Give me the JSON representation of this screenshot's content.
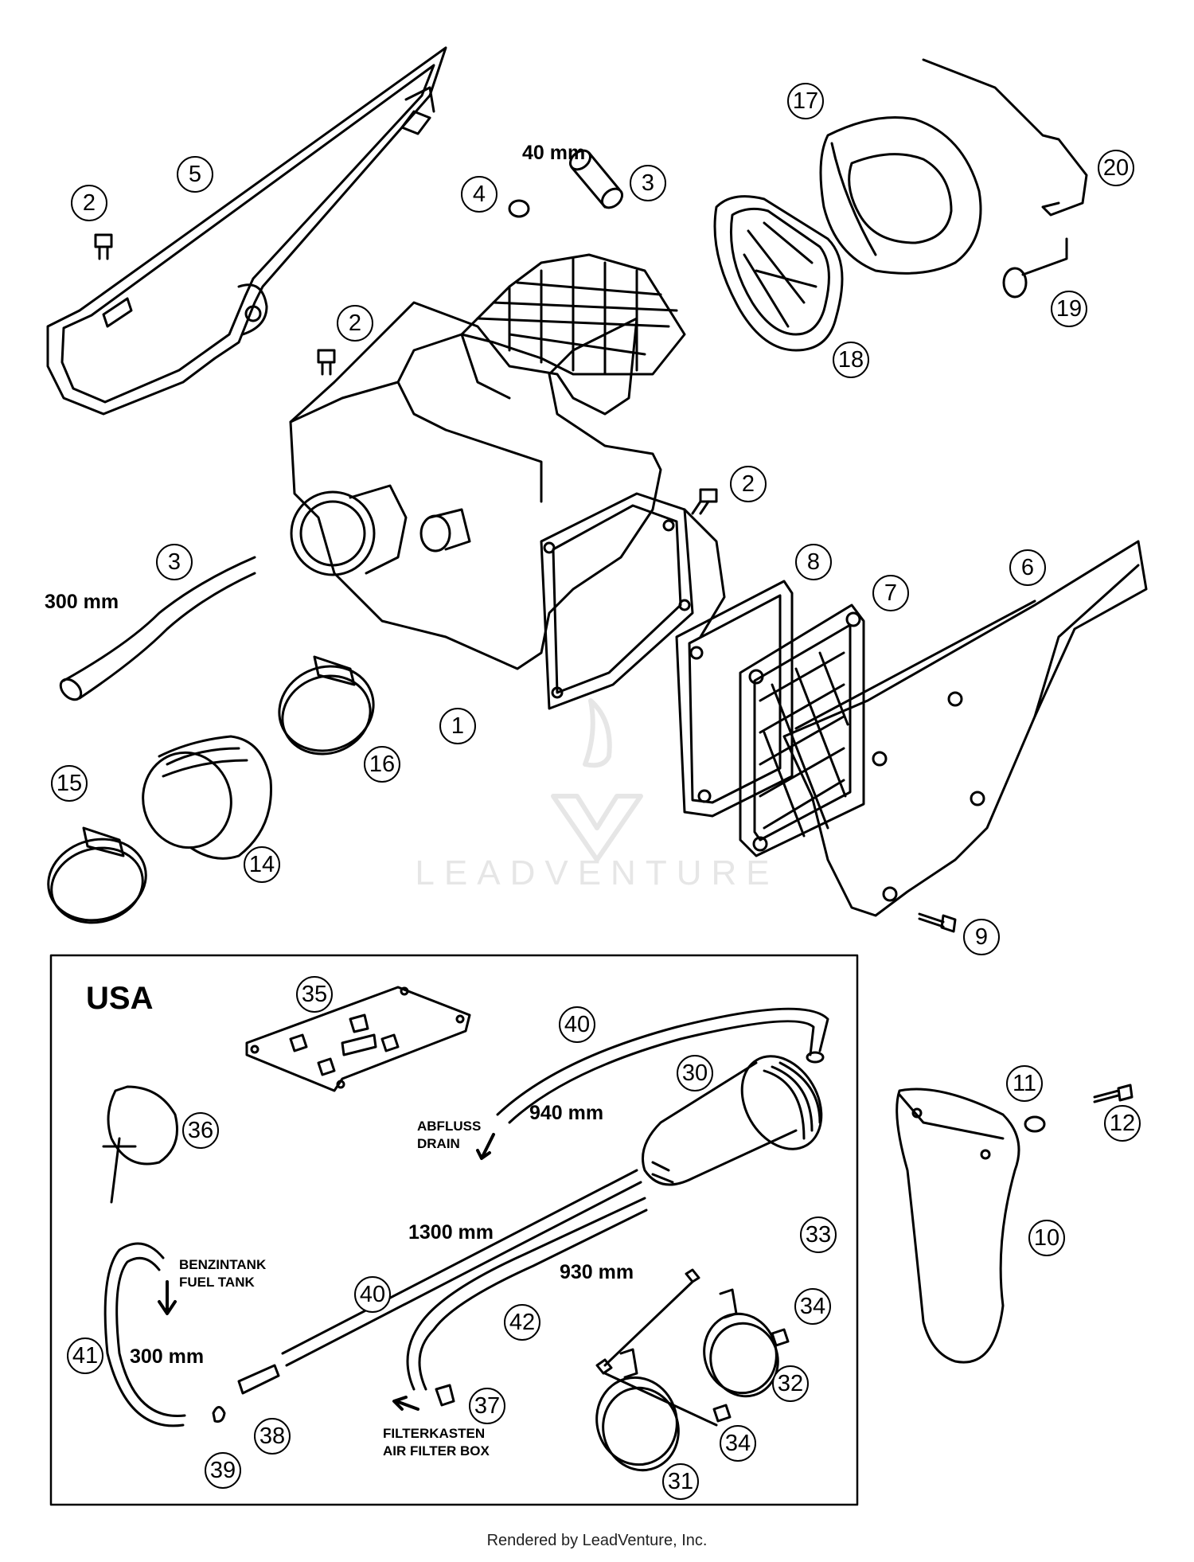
{
  "inset": {
    "title": "USA"
  },
  "callouts": [
    {
      "id": "c5",
      "text": "5"
    },
    {
      "id": "c2a",
      "text": "2"
    },
    {
      "id": "c2b",
      "text": "2"
    },
    {
      "id": "c2c",
      "text": "2"
    },
    {
      "id": "c4",
      "text": "4"
    },
    {
      "id": "c3a",
      "text": "3"
    },
    {
      "id": "c17",
      "text": "17"
    },
    {
      "id": "c20",
      "text": "20"
    },
    {
      "id": "c19",
      "text": "19"
    },
    {
      "id": "c18",
      "text": "18"
    },
    {
      "id": "c3b",
      "text": "3"
    },
    {
      "id": "c8",
      "text": "8"
    },
    {
      "id": "c7",
      "text": "7"
    },
    {
      "id": "c6",
      "text": "6"
    },
    {
      "id": "c1",
      "text": "1"
    },
    {
      "id": "c16",
      "text": "16"
    },
    {
      "id": "c15",
      "text": "15"
    },
    {
      "id": "c14",
      "text": "14"
    },
    {
      "id": "c9",
      "text": "9"
    },
    {
      "id": "c35",
      "text": "35"
    },
    {
      "id": "c40a",
      "text": "40"
    },
    {
      "id": "c30",
      "text": "30"
    },
    {
      "id": "c36",
      "text": "36"
    },
    {
      "id": "c11",
      "text": "11"
    },
    {
      "id": "c12",
      "text": "12"
    },
    {
      "id": "c10",
      "text": "10"
    },
    {
      "id": "c33",
      "text": "33"
    },
    {
      "id": "c34a",
      "text": "34"
    },
    {
      "id": "c40b",
      "text": "40"
    },
    {
      "id": "c42",
      "text": "42"
    },
    {
      "id": "c41",
      "text": "41"
    },
    {
      "id": "c32",
      "text": "32"
    },
    {
      "id": "c37",
      "text": "37"
    },
    {
      "id": "c38",
      "text": "38"
    },
    {
      "id": "c34b",
      "text": "34"
    },
    {
      "id": "c39",
      "text": "39"
    },
    {
      "id": "c31",
      "text": "31"
    }
  ],
  "labels": {
    "len_40": "40 mm",
    "len_300_top": "300 mm",
    "len_940": "940 mm",
    "len_1300": "1300 mm",
    "len_930": "930 mm",
    "len_300_usa": "300 mm"
  },
  "notes": {
    "abfluss": "ABFLUSS",
    "drain": "DRAIN",
    "benzintank": "BENZINTANK",
    "fuel_tank": "FUEL TANK",
    "filterkasten": "FILTERKASTEN",
    "air_filter_box": "AIR FILTER BOX"
  },
  "watermark": "LEADVENTURE",
  "footer": "Rendered by LeadVenture, Inc."
}
